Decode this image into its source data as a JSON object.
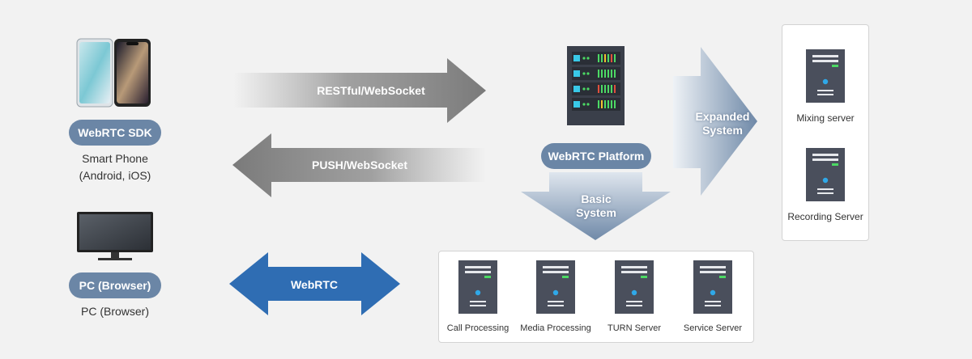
{
  "client": {
    "sdk_label": "WebRTC SDK",
    "phone_caption_line1": "Smart Phone",
    "phone_caption_line2": "(Android, iOS)",
    "pc_label": "PC (Browser)",
    "pc_caption": "PC (Browser)"
  },
  "arrows": {
    "rest": "RESTful/WebSocket",
    "push": "PUSH/WebSocket",
    "webrtc": "WebRTC"
  },
  "platform": {
    "label": "WebRTC Platform",
    "basic_line1": "Basic",
    "basic_line2": "System",
    "expanded_line1": "Expanded",
    "expanded_line2": "System"
  },
  "basic_servers": [
    "Call Processing",
    "Media Processing",
    "TURN Server",
    "Service Server"
  ],
  "expanded_servers": [
    "Mixing server",
    "Recording Server"
  ],
  "colors": {
    "pill": "#6b86a6",
    "webrtc_arrow": "#2f6db3",
    "server_body": "#4a4f5c",
    "server_led_green": "#4cd964",
    "server_led_blue": "#2fa8e8"
  }
}
